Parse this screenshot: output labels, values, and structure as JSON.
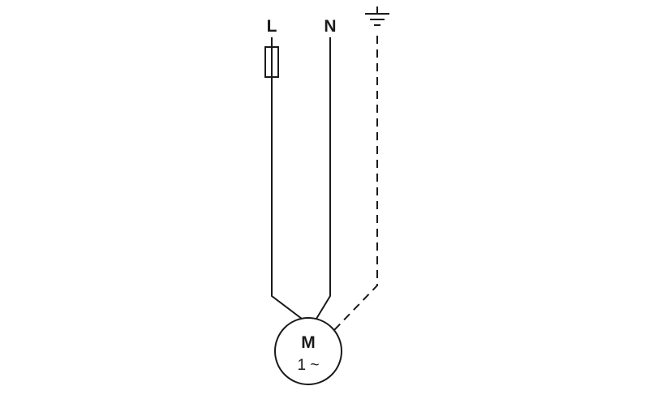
{
  "diagram": {
    "description": "Single-phase motor wiring schematic: line conductor with fuse, neutral conductor, and dashed protective-earth conductor converging on a motor symbol",
    "labels": {
      "line": "L",
      "neutral": "N"
    },
    "motor": {
      "label": "M",
      "phase": "1 ~"
    },
    "icons": {
      "earth": "earth-ground-icon",
      "fuse": "fuse-symbol",
      "motor": "motor-circle-symbol"
    },
    "colors": {
      "stroke": "#1a1a1a",
      "background": "#ffffff"
    }
  }
}
